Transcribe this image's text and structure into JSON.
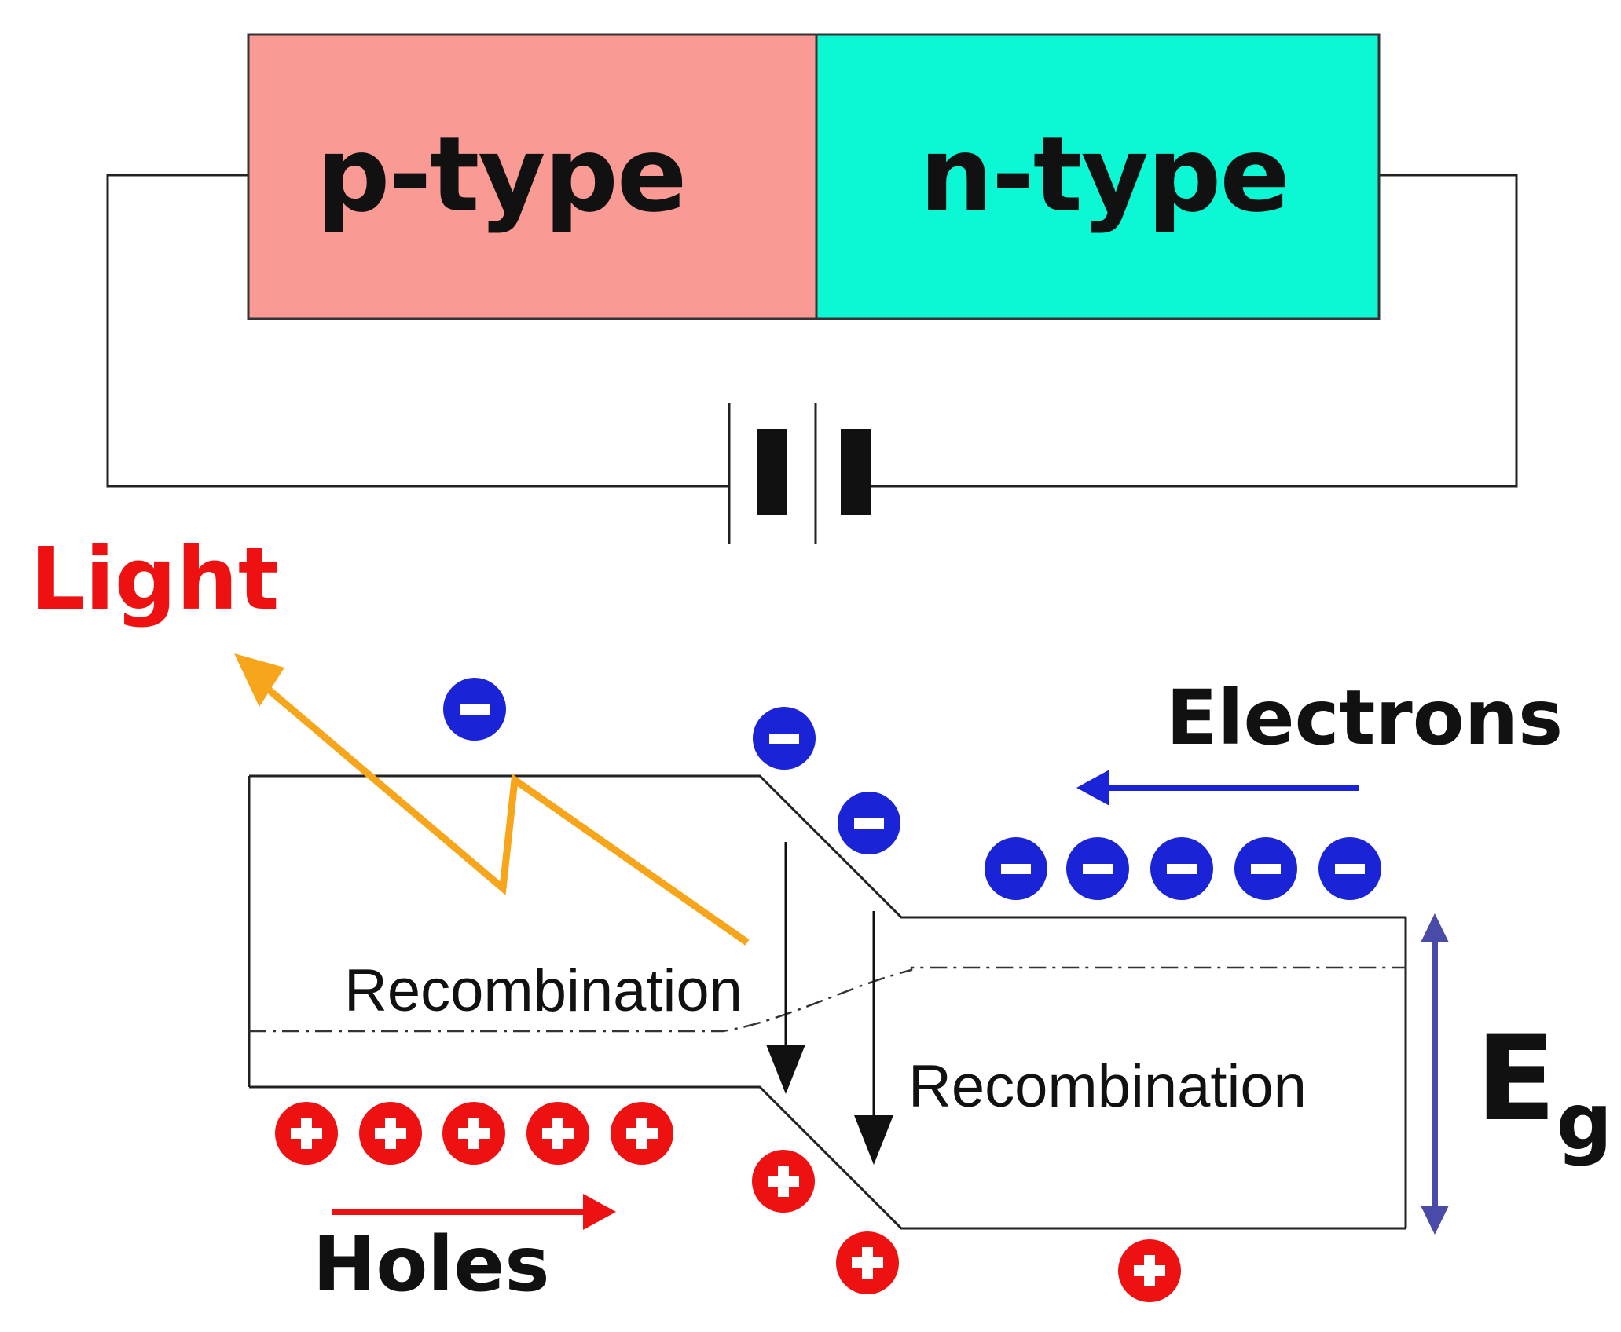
{
  "device": {
    "p_label": "p-type",
    "n_label": "n-type",
    "p_color": "#fa9a94",
    "n_color": "#0cf7d3"
  },
  "band_diagram": {
    "light_label": "Light",
    "electrons_label": "Electrons",
    "holes_label": "Holes",
    "recombination_label_1": "Recombination",
    "recombination_label_2": "Recombination",
    "energy_gap_symbol": "E",
    "energy_gap_subscript": "g",
    "electron_symbol": "−",
    "hole_symbol": "+",
    "electron_color": "#1a24d6",
    "hole_color": "#ee1111",
    "light_color": "#f7a51a",
    "gap_arrow_color": "#4a4aa8"
  }
}
